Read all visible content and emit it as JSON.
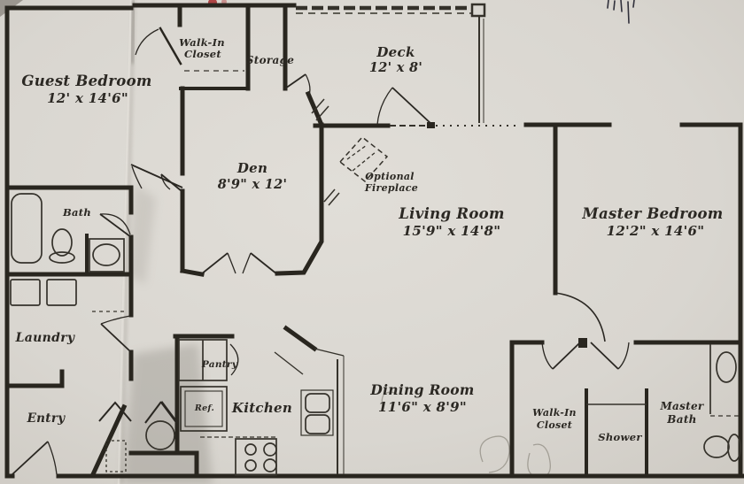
{
  "rooms": {
    "guest_bedroom": {
      "name": "Guest Bedroom",
      "dims": "12' x 14'6\""
    },
    "walk_in_closet_upper": {
      "line1": "Walk-In",
      "line2": "Closet"
    },
    "storage": {
      "name": "Storage"
    },
    "deck": {
      "name": "Deck",
      "dims": "12' x 8'"
    },
    "den": {
      "name": "Den",
      "dims": "8'9\" x 12'"
    },
    "optional_fireplace": {
      "line1": "Optional",
      "line2": "Fireplace"
    },
    "living_room": {
      "name": "Living Room",
      "dims": "15'9\" x 14'8\""
    },
    "master_bedroom": {
      "name": "Master Bedroom",
      "dims": "12'2\" x 14'6\""
    },
    "bath": {
      "name": "Bath"
    },
    "laundry": {
      "name": "Laundry"
    },
    "entry": {
      "name": "Entry"
    },
    "pantry": {
      "name": "Pantry"
    },
    "refrigerator": {
      "name": "Ref."
    },
    "kitchen": {
      "name": "Kitchen"
    },
    "dining_room": {
      "name": "Dining Room",
      "dims": "11'6\" x 8'9\""
    },
    "walk_in_closet_master": {
      "line1": "Walk-In",
      "line2": "Closet"
    },
    "shower": {
      "name": "Shower"
    },
    "master_bath": {
      "line1": "Master",
      "line2": "Bath"
    }
  },
  "colors": {
    "paper": "#dbd8d2",
    "ink": "#29261f",
    "red_mark": "#a83434",
    "pencil_mark": "#8d897f"
  }
}
